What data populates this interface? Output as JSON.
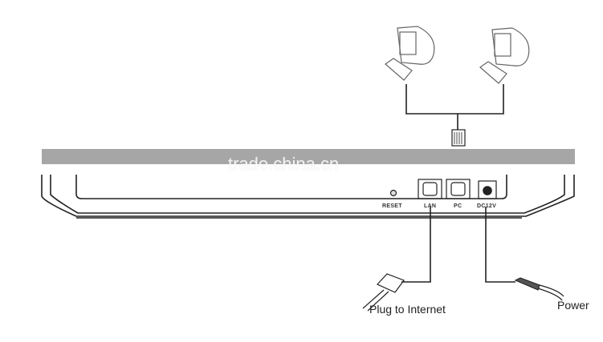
{
  "ports": {
    "reset": "RESET",
    "lan": "LAN",
    "pc": "PC",
    "dc": "DC12V"
  },
  "labels": {
    "internet": "Plug to Internet",
    "power": "Power"
  },
  "watermark": "trade.china.cn",
  "colors": {
    "line": "#222222",
    "band": "#a6a6a6"
  }
}
